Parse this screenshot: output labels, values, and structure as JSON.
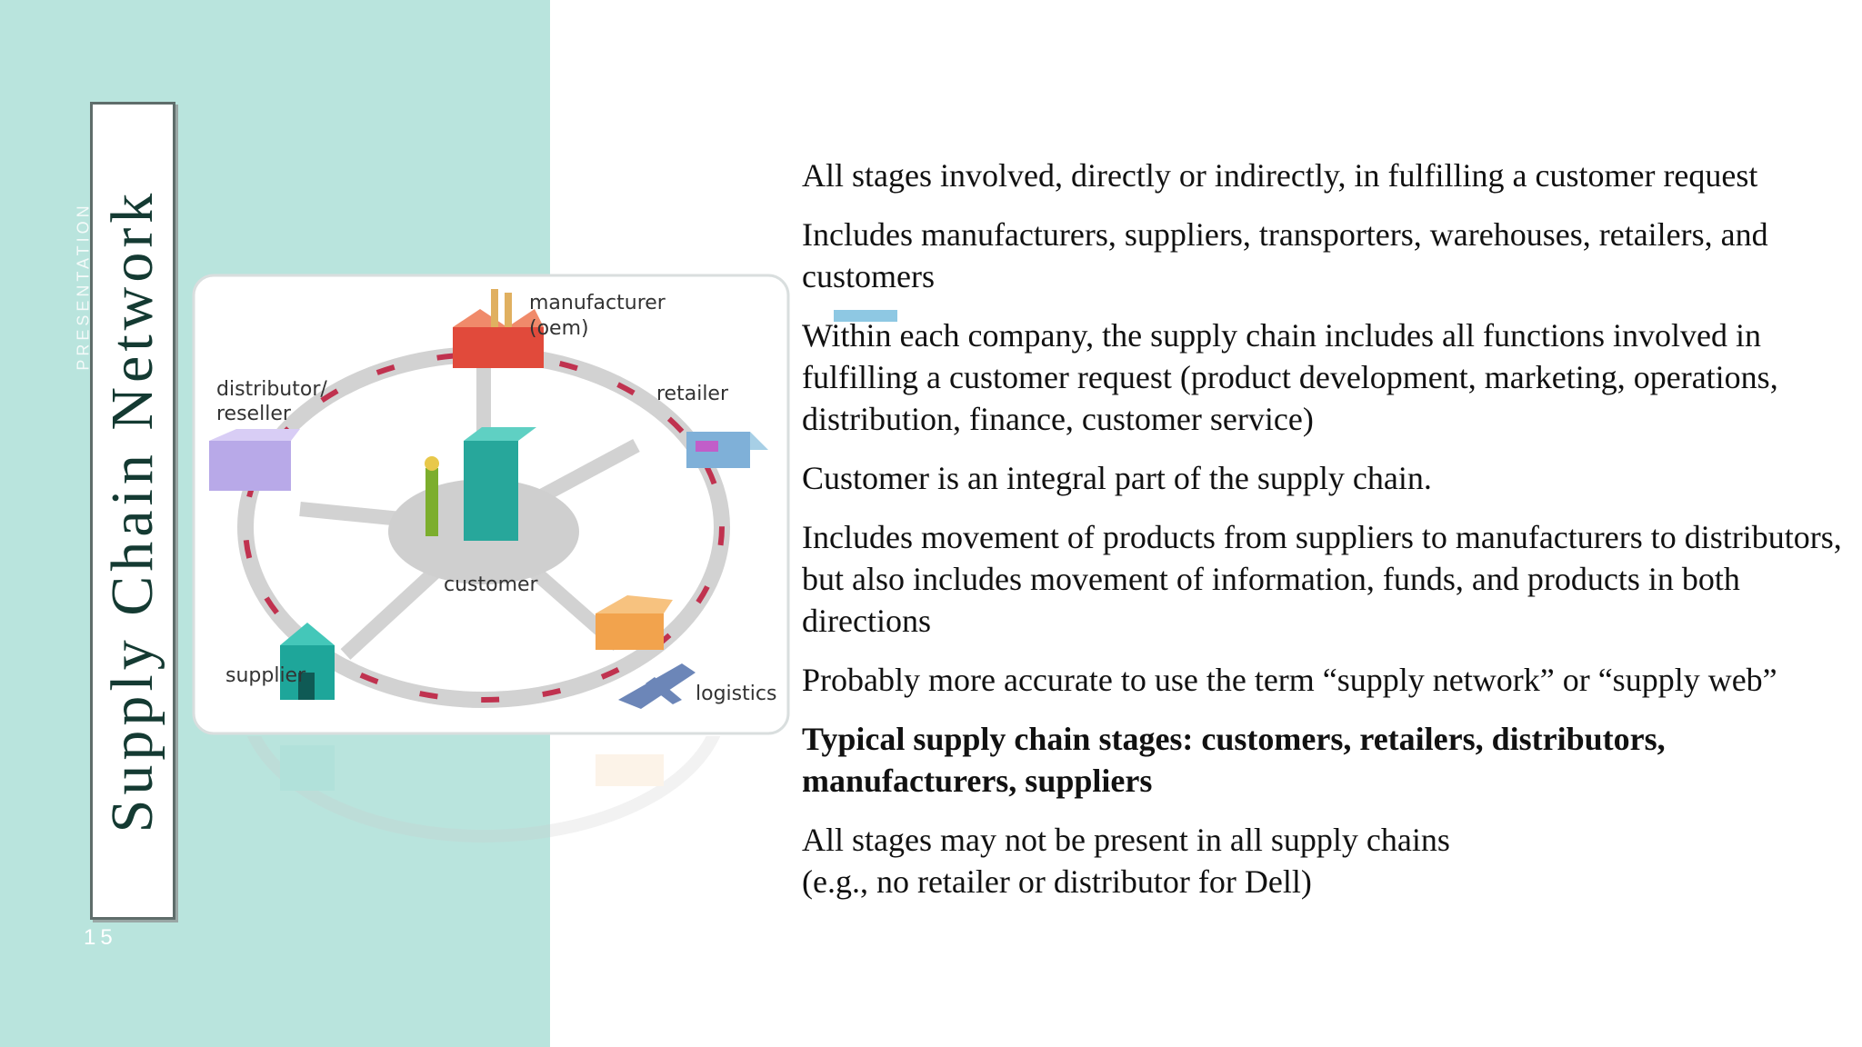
{
  "sidebar": {
    "section_tag": "PRESENTATION",
    "title": "Supply Chain Network",
    "page_number": "15"
  },
  "diagram": {
    "labels": {
      "manufacturer": "manufacturer",
      "oem": "(oem)",
      "distributor": "distributor/",
      "reseller": "reseller",
      "retailer": "retailer",
      "customer": "customer",
      "supplier": "supplier",
      "logistics": "logistics"
    }
  },
  "content": {
    "items": [
      "All stages involved, directly or indirectly, in fulfilling a customer request",
      "Includes manufacturers, suppliers, transporters, warehouses, retailers, and customers",
      "Within each company, the supply chain includes all functions involved in fulfilling a customer request (product development, marketing, operations, distribution, finance, customer service)",
      "Customer is an integral part of the supply chain.",
      "Includes movement of products from suppliers to manufacturers to distributors, but also includes movement of information, funds, and products in both directions",
      "Probably more accurate to use the term “supply network” or “supply web”",
      "Typical supply chain stages: customers, retailers, distributors, manufacturers, suppliers",
      "All stages may not be present in all supply chains",
      "(e.g., no retailer or distributor for Dell)"
    ]
  },
  "colors": {
    "panel": "#b9e4dd",
    "title": "#143a32",
    "accent_bar": "#8ec8e3"
  }
}
